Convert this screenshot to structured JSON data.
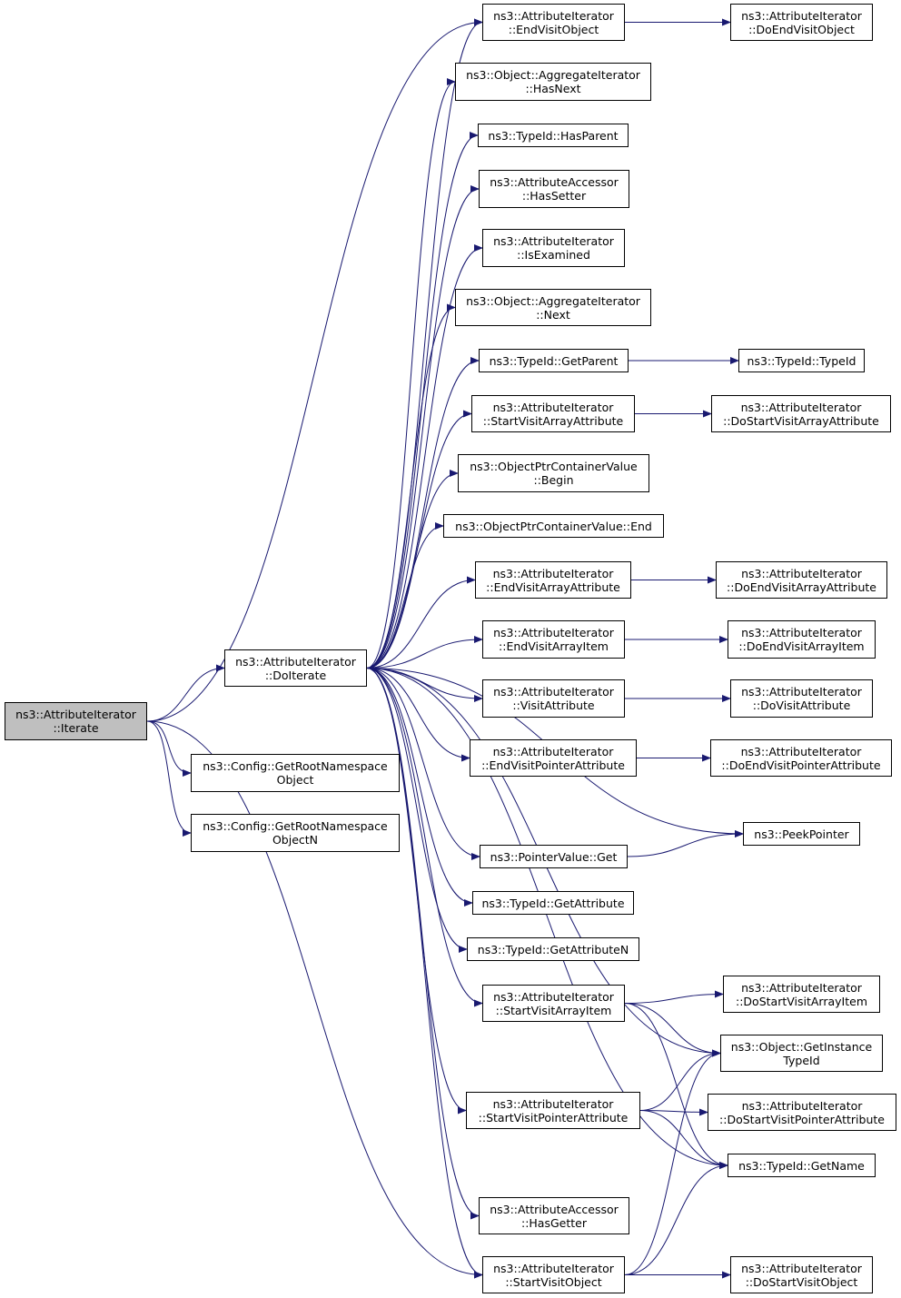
{
  "colors": {
    "edge": "#191970",
    "root_fill": "#bfbfbf",
    "node_fill": "#ffffff",
    "node_border": "#000000"
  },
  "nodes": {
    "iterate": {
      "line1": "ns3::AttributeIterator",
      "line2": "::Iterate"
    },
    "doiterate": {
      "line1": "ns3::AttributeIterator",
      "line2": "::DoIterate"
    },
    "getrootns": {
      "line1": "ns3::Config::GetRootNamespace",
      "line2": "Object"
    },
    "getrootnsn": {
      "line1": "ns3::Config::GetRootNamespace",
      "line2": "ObjectN"
    },
    "endvisitobject": {
      "line1": "ns3::AttributeIterator",
      "line2": "::EndVisitObject"
    },
    "aggr_hasnext": {
      "line1": "ns3::Object::AggregateIterator",
      "line2": "::HasNext"
    },
    "typeid_hasparent": {
      "line1": "ns3::TypeId::HasParent"
    },
    "accessor_hassetter": {
      "line1": "ns3::AttributeAccessor",
      "line2": "::HasSetter"
    },
    "isexamined": {
      "line1": "ns3::AttributeIterator",
      "line2": "::IsExamined"
    },
    "aggr_next": {
      "line1": "ns3::Object::AggregateIterator",
      "line2": "::Next"
    },
    "typeid_getparent": {
      "line1": "ns3::TypeId::GetParent"
    },
    "startvisitarrayattr": {
      "line1": "ns3::AttributeIterator",
      "line2": "::StartVisitArrayAttribute"
    },
    "optrcv_begin": {
      "line1": "ns3::ObjectPtrContainerValue",
      "line2": "::Begin"
    },
    "optrcv_end": {
      "line1": "ns3::ObjectPtrContainerValue::End"
    },
    "endvisitarrayattr": {
      "line1": "ns3::AttributeIterator",
      "line2": "::EndVisitArrayAttribute"
    },
    "endvisitarrayitem": {
      "line1": "ns3::AttributeIterator",
      "line2": "::EndVisitArrayItem"
    },
    "visitattribute": {
      "line1": "ns3::AttributeIterator",
      "line2": "::VisitAttribute"
    },
    "endvisitptrattr": {
      "line1": "ns3::AttributeIterator",
      "line2": "::EndVisitPointerAttribute"
    },
    "pointervalue_get": {
      "line1": "ns3::PointerValue::Get"
    },
    "typeid_getattribute": {
      "line1": "ns3::TypeId::GetAttribute"
    },
    "typeid_getattributen": {
      "line1": "ns3::TypeId::GetAttributeN"
    },
    "startvisitarrayitem": {
      "line1": "ns3::AttributeIterator",
      "line2": "::StartVisitArrayItem"
    },
    "startvisitptrattr": {
      "line1": "ns3::AttributeIterator",
      "line2": "::StartVisitPointerAttribute"
    },
    "accessor_hasgetter": {
      "line1": "ns3::AttributeAccessor",
      "line2": "::HasGetter"
    },
    "startvisitobject": {
      "line1": "ns3::AttributeIterator",
      "line2": "::StartVisitObject"
    },
    "doendvisitobject": {
      "line1": "ns3::AttributeIterator",
      "line2": "::DoEndVisitObject"
    },
    "typeid_typeid": {
      "line1": "ns3::TypeId::TypeId"
    },
    "dostartvisitarrayattr": {
      "line1": "ns3::AttributeIterator",
      "line2": "::DoStartVisitArrayAttribute"
    },
    "doendvisitarrayattr": {
      "line1": "ns3::AttributeIterator",
      "line2": "::DoEndVisitArrayAttribute"
    },
    "doendvisitarrayitem": {
      "line1": "ns3::AttributeIterator",
      "line2": "::DoEndVisitArrayItem"
    },
    "dovisitattribute": {
      "line1": "ns3::AttributeIterator",
      "line2": "::DoVisitAttribute"
    },
    "doendvisitptrattr": {
      "line1": "ns3::AttributeIterator",
      "line2": "::DoEndVisitPointerAttribute"
    },
    "peekpointer": {
      "line1": "ns3::PeekPointer"
    },
    "dostartvisitarrayitem": {
      "line1": "ns3::AttributeIterator",
      "line2": "::DoStartVisitArrayItem"
    },
    "getinstancetypeid": {
      "line1": "ns3::Object::GetInstance",
      "line2": "TypeId"
    },
    "dostartvisitptrattr": {
      "line1": "ns3::AttributeIterator",
      "line2": "::DoStartVisitPointerAttribute"
    },
    "typeid_getname": {
      "line1": "ns3::TypeId::GetName"
    },
    "dostartvisitobject": {
      "line1": "ns3::AttributeIterator",
      "line2": "::DoStartVisitObject"
    }
  },
  "edges": [
    [
      "iterate",
      "endvisitobject"
    ],
    [
      "iterate",
      "doiterate"
    ],
    [
      "iterate",
      "getrootns"
    ],
    [
      "iterate",
      "getrootnsn"
    ],
    [
      "iterate",
      "startvisitobject"
    ],
    [
      "doiterate",
      "endvisitobject"
    ],
    [
      "doiterate",
      "aggr_hasnext"
    ],
    [
      "doiterate",
      "typeid_hasparent"
    ],
    [
      "doiterate",
      "accessor_hassetter"
    ],
    [
      "doiterate",
      "isexamined"
    ],
    [
      "doiterate",
      "aggr_next"
    ],
    [
      "doiterate",
      "typeid_getparent"
    ],
    [
      "doiterate",
      "startvisitarrayattr"
    ],
    [
      "doiterate",
      "optrcv_begin"
    ],
    [
      "doiterate",
      "optrcv_end"
    ],
    [
      "doiterate",
      "endvisitarrayattr"
    ],
    [
      "doiterate",
      "endvisitarrayitem"
    ],
    [
      "doiterate",
      "visitattribute"
    ],
    [
      "doiterate",
      "endvisitptrattr"
    ],
    [
      "doiterate",
      "peekpointer"
    ],
    [
      "doiterate",
      "pointervalue_get"
    ],
    [
      "doiterate",
      "typeid_getattribute"
    ],
    [
      "doiterate",
      "typeid_getattributen"
    ],
    [
      "doiterate",
      "startvisitarrayitem"
    ],
    [
      "doiterate",
      "getinstancetypeid"
    ],
    [
      "doiterate",
      "startvisitptrattr"
    ],
    [
      "doiterate",
      "typeid_getname"
    ],
    [
      "doiterate",
      "accessor_hasgetter"
    ],
    [
      "doiterate",
      "startvisitobject"
    ],
    [
      "endvisitobject",
      "doendvisitobject"
    ],
    [
      "typeid_getparent",
      "typeid_typeid"
    ],
    [
      "startvisitarrayattr",
      "dostartvisitarrayattr"
    ],
    [
      "endvisitarrayattr",
      "doendvisitarrayattr"
    ],
    [
      "endvisitarrayitem",
      "doendvisitarrayitem"
    ],
    [
      "visitattribute",
      "dovisitattribute"
    ],
    [
      "endvisitptrattr",
      "doendvisitptrattr"
    ],
    [
      "pointervalue_get",
      "peekpointer"
    ],
    [
      "startvisitarrayitem",
      "dostartvisitarrayitem"
    ],
    [
      "startvisitarrayitem",
      "getinstancetypeid"
    ],
    [
      "startvisitarrayitem",
      "typeid_getname"
    ],
    [
      "startvisitptrattr",
      "getinstancetypeid"
    ],
    [
      "startvisitptrattr",
      "dostartvisitptrattr"
    ],
    [
      "startvisitptrattr",
      "typeid_getname"
    ],
    [
      "startvisitobject",
      "dostartvisitobject"
    ],
    [
      "startvisitobject",
      "getinstancetypeid"
    ],
    [
      "startvisitobject",
      "typeid_getname"
    ]
  ]
}
